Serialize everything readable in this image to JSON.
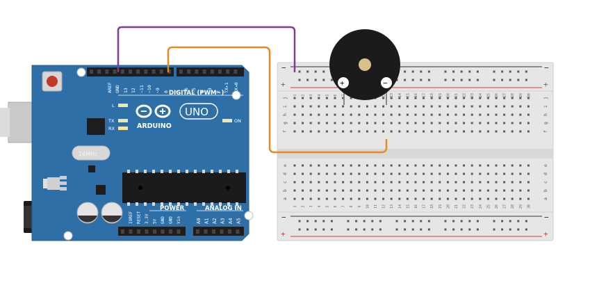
{
  "board": {
    "brand": "ARDUINO",
    "model": "UNO",
    "digital_label": "DIGITAL (PWM~)",
    "power_label": "POWER",
    "analog_label": "ANALOG IN",
    "on_label": "ON",
    "l_label": "L",
    "tx_label": "TX",
    "rx_label": "RX",
    "crystal_label": "16MHz",
    "top_pins": [
      "AREF",
      "GND",
      "13",
      "12",
      "~11",
      "~10",
      "~9",
      "8",
      "7",
      "~6",
      "~5",
      "4",
      "~3",
      "2",
      "TX▸1",
      "RX◂0"
    ],
    "power_pins": [
      "IOREF",
      "RESET",
      "3.3V",
      "5V",
      "GND",
      "GND",
      "Vin"
    ],
    "analog_pins": [
      "A0",
      "A1",
      "A2",
      "A3",
      "A4",
      "A5"
    ]
  },
  "breadboard": {
    "rail_minus": "−",
    "rail_plus": "+",
    "rows_top": [
      "j",
      "i",
      "h",
      "g",
      "f"
    ],
    "rows_bottom": [
      "e",
      "d",
      "c",
      "b",
      "a"
    ],
    "column_numbers": [
      "1",
      "2",
      "3",
      "4",
      "5",
      "6",
      "7",
      "8",
      "9",
      "10",
      "11",
      "12",
      "13",
      "14",
      "15",
      "16",
      "17",
      "18",
      "19",
      "20",
      "21",
      "22",
      "23",
      "24",
      "25",
      "26",
      "27",
      "28",
      "29",
      "30"
    ]
  },
  "buzzer": {
    "plus_label": "+",
    "minus_label": "−"
  },
  "colors": {
    "board_blue": "#2f6fa7",
    "wire_purple": "#7b3f98",
    "wire_orange": "#e8891c",
    "rail_red": "#d33a3a",
    "breadboard_bg": "#e6e6e6"
  }
}
